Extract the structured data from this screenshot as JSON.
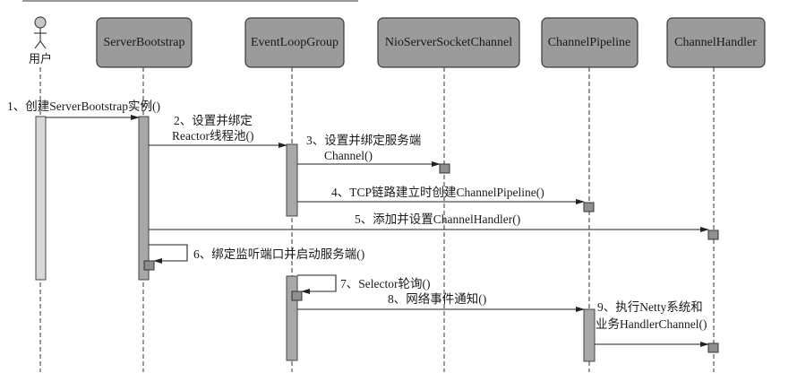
{
  "diagram": {
    "type": "sequence",
    "actor": {
      "label": "用户"
    },
    "participants": [
      {
        "id": "ServerBootstrap",
        "label": "ServerBootstrap"
      },
      {
        "id": "EventLoopGroup",
        "label": "EventLoopGroup"
      },
      {
        "id": "NioServerSocketChannel",
        "label": "NioServerSocketChannel"
      },
      {
        "id": "ChannelPipeline",
        "label": "ChannelPipeline"
      },
      {
        "id": "ChannelHandler",
        "label": "ChannelHandler"
      }
    ],
    "messages": [
      {
        "step": 1,
        "from": "user",
        "to": "ServerBootstrap",
        "lines": [
          "1、创建ServerBootstrap实例()"
        ]
      },
      {
        "step": 2,
        "from": "ServerBootstrap",
        "to": "EventLoopGroup",
        "lines": [
          "2、设置并绑定",
          "Reactor线程池()"
        ]
      },
      {
        "step": 3,
        "from": "EventLoopGroup",
        "to": "NioServerSocketChannel",
        "lines": [
          "3、设置并绑定服务端",
          "Channel()"
        ]
      },
      {
        "step": 4,
        "from": "EventLoopGroup",
        "to": "ChannelPipeline",
        "lines": [
          "4、TCP链路建立时创建ChannelPipeline()"
        ]
      },
      {
        "step": 5,
        "from": "ServerBootstrap",
        "to": "ChannelHandler",
        "lines": [
          "5、添加并设置ChannelHandler()"
        ]
      },
      {
        "step": 6,
        "from": "ServerBootstrap",
        "to": "ServerBootstrap",
        "lines": [
          "6、绑定监听端口并启动服务端()"
        ]
      },
      {
        "step": 7,
        "from": "EventLoopGroup",
        "to": "EventLoopGroup",
        "lines": [
          "7、Selector轮询()"
        ]
      },
      {
        "step": 8,
        "from": "EventLoopGroup",
        "to": "ChannelPipeline",
        "lines": [
          "8、网络事件通知()"
        ]
      },
      {
        "step": 9,
        "from": "ChannelPipeline",
        "to": "ChannelHandler",
        "lines": [
          "9、执行Netty系统和",
          "业务HandlerChannel()"
        ]
      }
    ]
  }
}
